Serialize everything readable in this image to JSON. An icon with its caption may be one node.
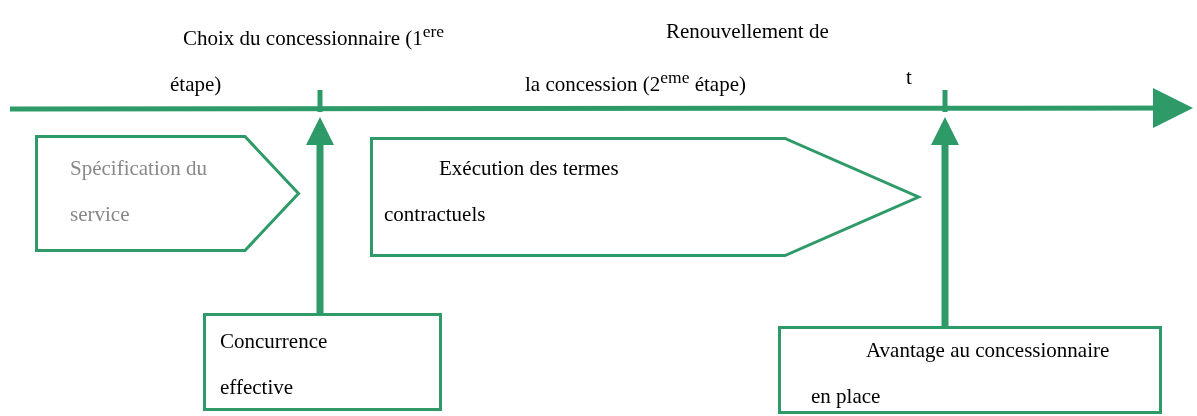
{
  "diagram": {
    "nodes": [
      {
        "text": [
          "Spécification du service"
        ]
      },
      {
        "text": [
          "Exécution des termes contractuels"
        ]
      },
      {
        "text": [
          "Concurrence effective"
        ]
      },
      {
        "text": [
          "Avantage au concessionnaire en place"
        ]
      }
    ],
    "edges": [
      {
        "from": 2,
        "to": null,
        "arrow": "to"
      },
      {
        "from": 3,
        "to": null,
        "arrow": "to"
      }
    ],
    "labels": [
      "Choix du concessionnaire (1$^{ere}$ étape)",
      "Renouvellement de la concession (2$^{eme}$ étape)",
      "t"
    ]
  }
}
